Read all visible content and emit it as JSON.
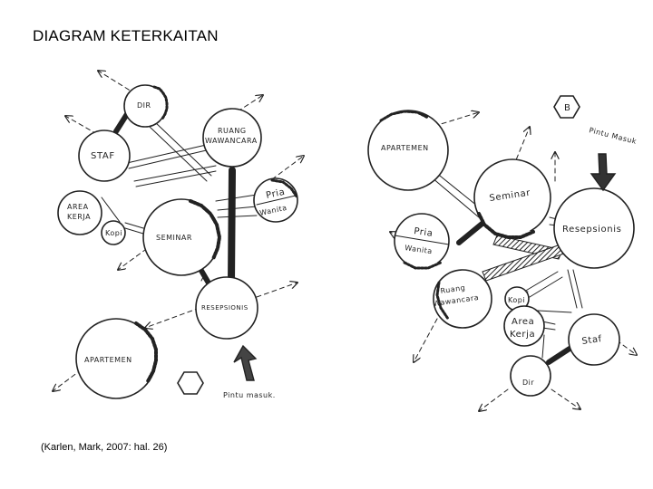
{
  "title": "DIAGRAM KETERKAITAN",
  "caption": "(Karlen, Mark, 2007: hal. 26)",
  "left_diagram": {
    "labels": {
      "dir": "DIR",
      "staf": "STAF",
      "ruang_wawancara_1": "RUANG",
      "ruang_wawancara_2": "WAWANCARA",
      "area_kerja_1": "AREA",
      "area_kerja_2": "KERJA",
      "kopi": "Kopi",
      "seminar": "SEMINAR",
      "pria": "Pria",
      "wanita": "Wanita",
      "resepsionis": "RESEPSIONIS",
      "apartemen": "APARTEMEN",
      "pintu_masuk": "Pintu masuk."
    }
  },
  "right_diagram": {
    "labels": {
      "apartemen": "APARTEMEN",
      "b": "B",
      "pintu_masuk": "Pintu Masuk",
      "seminar": "Seminar",
      "resepsionis": "Resepsionis",
      "pria": "Pria",
      "wanita": "Wanita",
      "ruang_wawancara_1": "Ruang",
      "ruang_wawancara_2": "Wawancara",
      "kopi": "Kopi",
      "area_kerja_1": "Area",
      "area_kerja_2": "Kerja",
      "staf": "Staf",
      "dir": "Dir"
    }
  }
}
